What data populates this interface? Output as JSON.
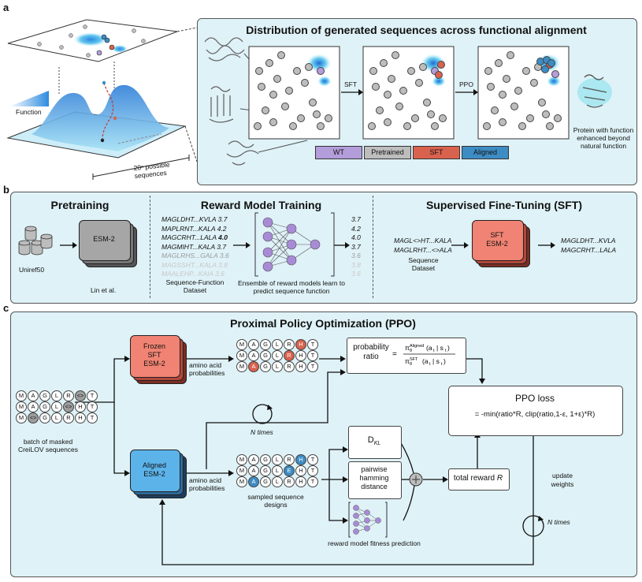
{
  "panel_a": {
    "letter": "a",
    "title": "Distribution of generated sequences across functional alignment",
    "function_label": "Function",
    "possible_sequences": "20ⁿ possible sequences",
    "sft_label": "SFT",
    "ppo_label": "PPO",
    "protein_caption": "Protein with function enhanced beyond natural function",
    "legend": [
      {
        "label": "WT",
        "color": "#b39ddb"
      },
      {
        "label": "Pretrained",
        "color": "#bdbdbd"
      },
      {
        "label": "SFT",
        "color": "#d9624e"
      },
      {
        "label": "Aligned",
        "color": "#3d8cc4"
      }
    ]
  },
  "panel_b": {
    "letter": "b",
    "pretraining": {
      "title": "Pretraining",
      "db_label": "Uniref50",
      "model": "ESM-2",
      "citation": "Lin et al."
    },
    "reward": {
      "title": "Reward Model Training",
      "sequences": [
        {
          "seq": "MAGLDHT...KVLA",
          "val": "3.7"
        },
        {
          "seq": "MAPLRNT...KALA",
          "val": "4.2"
        },
        {
          "seq": "MAGCRHT...LALA",
          "val": "4.0"
        },
        {
          "seq": "MAGMIHT...KALA",
          "val": "3.7"
        },
        {
          "seq": "MAGLRHS...GALA",
          "val": "3.6"
        },
        {
          "seq": "MAGSSHT...KALA",
          "val": "3.8"
        },
        {
          "seq": "MAALEHP...KAIA",
          "val": "3.6"
        }
      ],
      "outputs": [
        "3.7",
        "4.2",
        "4.0",
        "3.7",
        "3.6",
        "3.8",
        "3.6"
      ],
      "dataset_label": "Sequence-Function Dataset",
      "ensemble_caption": "Ensemble of reward models learn to predict sequence function"
    },
    "sft": {
      "title": "Supervised Fine-Tuning (SFT)",
      "inputs": [
        "MAGL<>HT...KALA",
        "MAGLRHT...<>ALA"
      ],
      "dataset_label": "Sequence Dataset",
      "model_line1": "SFT",
      "model_line2": "ESM-2",
      "outputs": [
        "MAGLDHT...KVLA",
        "MAGCRHT...LALA"
      ]
    }
  },
  "panel_c": {
    "letter": "c",
    "title": "Proximal Policy Optimization (PPO)",
    "frozen_model": [
      "Frozen",
      "SFT",
      "ESM-2"
    ],
    "aligned_model": [
      "Aligned",
      "ESM-2"
    ],
    "aa_prob_label": "amino acid probabilities",
    "masked_batch_label": "batch of masked CreiLOV sequences",
    "n_times": "N times",
    "sampled_label": "sampled sequence designs",
    "prob_ratio_label": "probability ratio",
    "ppo_loss_title": "PPO loss",
    "ppo_loss_formula": "= -min(ratio*R, clip(ratio,1-ε, 1+ε)*R)",
    "dkl_label": "D",
    "dkl_sub": "KL",
    "hamming_label": "pairwise hamming distance",
    "total_reward_label": "total reward",
    "total_reward_var": "R",
    "reward_model_caption": "reward model fitness prediction",
    "update_weights": "update weights",
    "n_times_right": "N times",
    "masked_rows": [
      [
        "M",
        "A",
        "G",
        "L",
        "R",
        "<>",
        "T"
      ],
      [
        "M",
        "A",
        "G",
        "L",
        "<>",
        "H",
        "T"
      ],
      [
        "M",
        "<>",
        "G",
        "L",
        "R",
        "H",
        "T"
      ]
    ],
    "frozen_rows": [
      [
        "M",
        "A",
        "G",
        "L",
        "R",
        "H",
        "T"
      ],
      [
        "M",
        "A",
        "G",
        "L",
        "R",
        "H",
        "T"
      ],
      [
        "M",
        "A",
        "G",
        "L",
        "R",
        "H",
        "T"
      ]
    ],
    "aligned_rows": [
      [
        "M",
        "A",
        "G",
        "L",
        "R",
        "H",
        "T"
      ],
      [
        "M",
        "A",
        "G",
        "L",
        "E",
        "H",
        "T"
      ],
      [
        "M",
        "A",
        "G",
        "L",
        "R",
        "H",
        "T"
      ]
    ]
  }
}
